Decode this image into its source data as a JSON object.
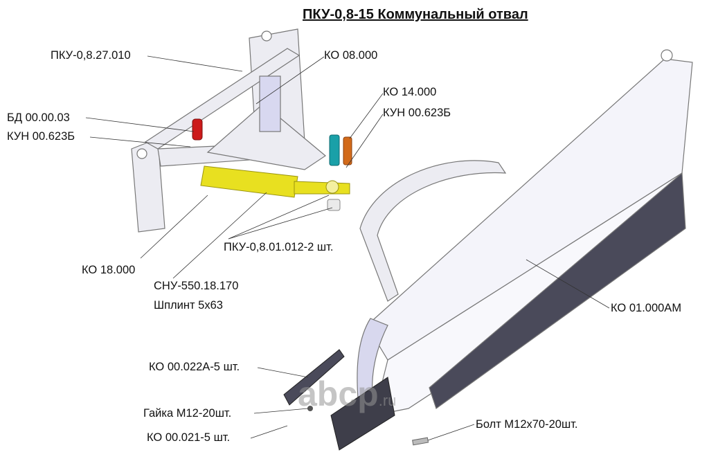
{
  "title": "ПКУ-0,8-15 Коммунальный отвал",
  "labels": {
    "frame": "ПКУ-0,8.27.010",
    "ko08": "КО 08.000",
    "ko14": "КО 14.000",
    "kun_right": "КУН 00.623Б",
    "bd": "БД 00.00.03",
    "kun_left": "КУН  00.623Б",
    "pku012": "ПКУ-0,8.01.012-2 шт.",
    "ko18": "КО 18.000",
    "snu": "СНУ-550.18.170",
    "shplint": "Шплинт 5х63",
    "ko01": "КО 01.000АМ",
    "ko022": "КО 00.022А-5 шт.",
    "gaika": "Гайка М12-20шт.",
    "ko021": "КО 00.021-5 шт.",
    "bolt": "Болт М12х70-20шт."
  },
  "watermark": {
    "text": "abcp",
    "suffix": ".ru"
  },
  "colors": {
    "cylinder": "#e8e020",
    "red_part": "#cc1a1a",
    "teal_part": "#1aa0a8",
    "orange_part": "#d26a1a",
    "knife": "#4a4a5a",
    "metal": "#e6e6ee"
  }
}
